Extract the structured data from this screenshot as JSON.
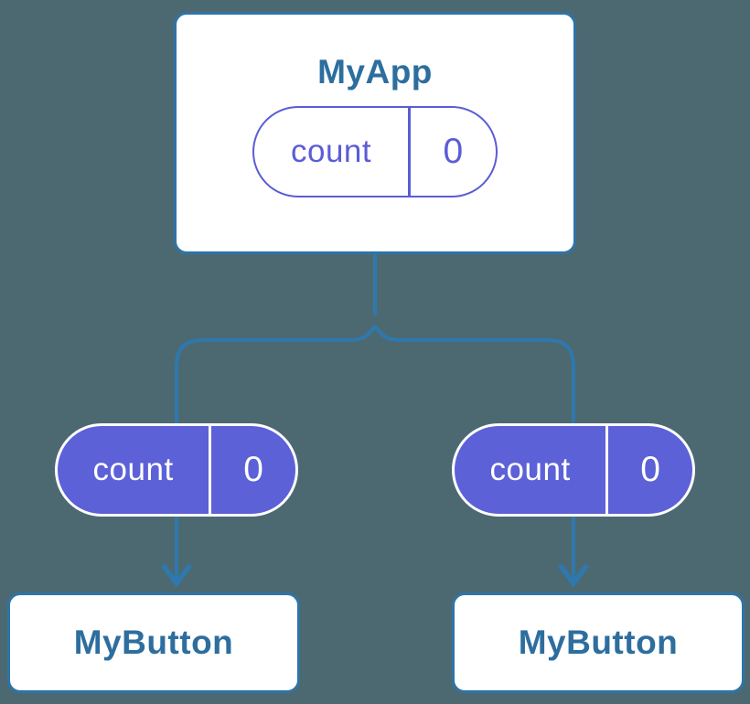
{
  "colors": {
    "background": "#4C6971",
    "node_fill": "#FFFFFF",
    "node_border": "#2E74A6",
    "node_title_text": "#2D6E9E",
    "connector_line": "#2F78AD",
    "state_pill_fill": "#5D61D7",
    "state_pill_outline": "#5B5CD6",
    "state_pill_solid_text": "#FFFFFF"
  },
  "diagram": {
    "root": {
      "title": "MyApp",
      "state": {
        "name": "count",
        "value": "0"
      }
    },
    "children": [
      {
        "title": "MyButton",
        "state": {
          "name": "count",
          "value": "0"
        }
      },
      {
        "title": "MyButton",
        "state": {
          "name": "count",
          "value": "0"
        }
      }
    ]
  }
}
